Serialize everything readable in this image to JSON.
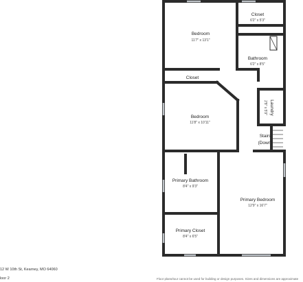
{
  "address": "12 W 10th St, Kearney, MO 64060",
  "floor": "loor 2",
  "disclaimer": "Floor plans/tour cannot be used for building or design purposes. Sizes and dimensions are approximate",
  "rooms": {
    "bedroom_top": {
      "name": "Bedroom",
      "dim": "11'7\" x 13'1\""
    },
    "closet_top": {
      "name": "Closet",
      "dim": "6'2\" x 5'3\""
    },
    "bathroom": {
      "name": "Bathroom",
      "dim": "6'2\" x 8'5\""
    },
    "closet_mid": {
      "name": "Closet"
    },
    "bedroom_mid": {
      "name": "Bedroom",
      "dim": "11'8\" x 10'11\""
    },
    "laundry": {
      "name": "Laundry",
      "dim": "2'8\" x 5'9\""
    },
    "stairs": {
      "name": "Stairs",
      "sub": "(Down)"
    },
    "primary_bathroom": {
      "name": "Primary Bathroom",
      "dim": "8'4\" x 9'3\""
    },
    "primary_bedroom": {
      "name": "Primary Bedroom",
      "dim": "12'9\" x 16'7\""
    },
    "primary_closet": {
      "name": "Primary Closet",
      "dim": "8'4\" x 6'5\""
    }
  }
}
